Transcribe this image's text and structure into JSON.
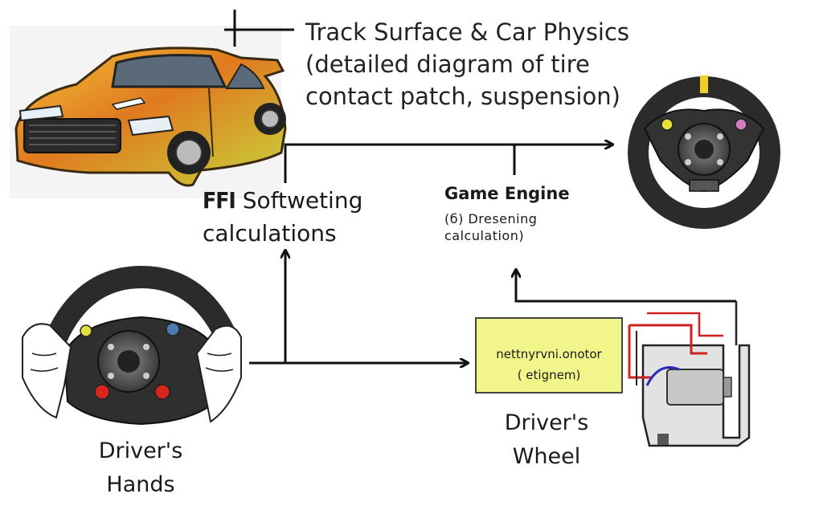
{
  "labels": {
    "title": "Track Surface & Car Physics\n(detailed diagram of tire\ncontact patch, suspension)",
    "ffb_prefix": "FFI",
    "ffb_calc": " Softweting\ncalculations",
    "engine_title": "Game Engine",
    "engine_sub": "(б) Dresening\ncalculation)",
    "motor": "nettnyrvni.onotor\n( etignem)",
    "drivers_wheel": "Driver's\nWheel",
    "drivers_hands": "Driver's\nHands"
  },
  "icons": [
    "sports-car-icon",
    "steering-wheel-icon",
    "hands-on-wheel-icon",
    "motor-assembly-icon"
  ],
  "colors": {
    "car_body": "#e07a1f",
    "car_highlight": "#f3c23b",
    "car_lower": "#c7d43c",
    "motor_box": "#f2f58a",
    "wire_red": "#d22020",
    "wire_blue": "#2a2ab8",
    "wheel_dark": "#2b2b2b",
    "wheel_accent": "#f0d020",
    "button_red": "#d8261c"
  }
}
